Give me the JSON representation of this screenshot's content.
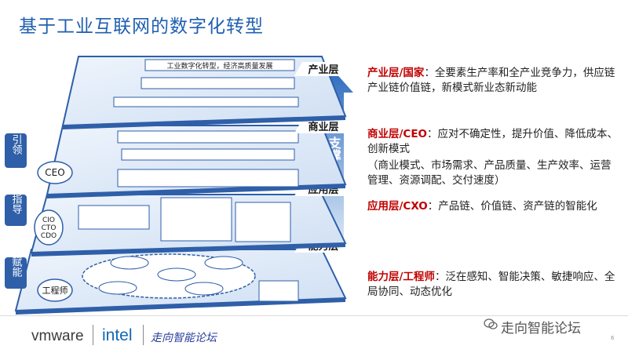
{
  "title": "基于工业互联网的数字化转型",
  "layers": [
    {
      "name": "产业层"
    },
    {
      "name": "商业层"
    },
    {
      "name": "应用层"
    },
    {
      "name": "能力层"
    }
  ],
  "vertical_arrow_label": "支撑",
  "side_roles": [
    {
      "verb": "引领",
      "role": "CEO"
    },
    {
      "verb": "指导",
      "role": "CIO\nCTO\nCDO"
    },
    {
      "verb": "赋能",
      "role": "工程师"
    }
  ],
  "top_box": "工业数字化转型，经济高质量发展",
  "descriptions": [
    {
      "head": "产业层/国家",
      "text": "：全要素生产率和全产业竞争力，供应链产业链价值链，新模式新业态新动能"
    },
    {
      "head": "商业层/CEO",
      "text": "：应对不确定性，提升价值、降低成本、创新模式",
      "sub": "（商业模式、市场需求、产品质量、生产效率、运营管理、资源调配、交付速度）"
    },
    {
      "head": "应用层/CXO",
      "text": "：产品链、价值链、资产链的智能化"
    },
    {
      "head": "能力层/工程师",
      "text": "：泛在感知、智能决策、敏捷响应、全局协同、动态优化"
    }
  ],
  "footer": {
    "vmware": "vmware",
    "intel": "intel",
    "forum": "走向智能论坛"
  },
  "watermark": "走向智能论坛",
  "page_number": "6",
  "colors": {
    "accent_blue": "#1f5fb0",
    "highlight_red": "#c00000",
    "layer_blue": "#2f5fa8"
  }
}
